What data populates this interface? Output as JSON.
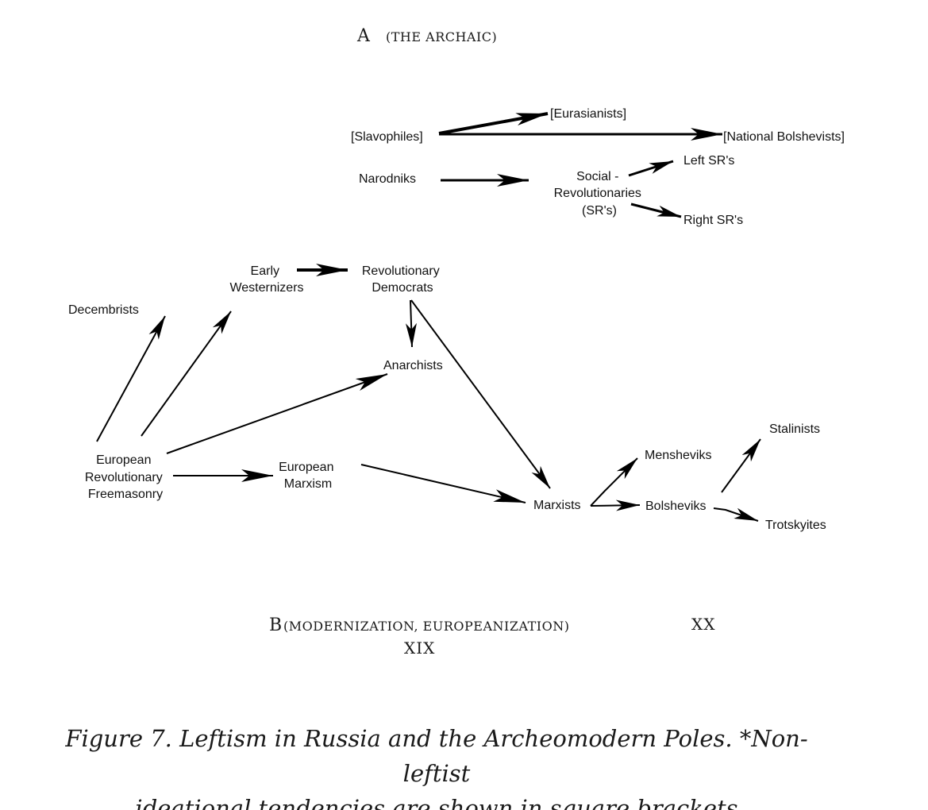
{
  "poles": {
    "a_letter": "A",
    "a_label": "(THE ARCHAIC)",
    "b_letter": "B",
    "b_label": "(MODERNIZATION, EUROPEANIZATION)",
    "century_19": "XIX",
    "century_20": "XX"
  },
  "nodes": {
    "slavophiles": "[Slavophiles]",
    "eurasianists": "[Eurasianists]",
    "national_bolshevists": "[National Bolshevists]",
    "narodniks": "Narodniks",
    "social_rev": [
      "Social -",
      "Revolutionaries",
      "(SR's)"
    ],
    "left_srs": "Left SR's",
    "right_srs": "Right SR's",
    "early_westernizers": [
      "Early",
      "Westernizers"
    ],
    "revolutionary_democrats": [
      "Revolutionary",
      "Democrats"
    ],
    "decembrists": "Decembrists",
    "anarchists": "Anarchists",
    "european_freemasonry": [
      "European",
      "Revolutionary",
      "Freemasonry"
    ],
    "european_marxism": [
      "European",
      "Marxism"
    ],
    "marxists": "Marxists",
    "mensheviks": "Mensheviks",
    "bolsheviks": "Bolsheviks",
    "stalinists": "Stalinists",
    "trotskyites": "Trotskyites"
  },
  "caption": {
    "line1": "Figure 7. Leftism in Russia and the Archeomodern Poles. *Non-leftist",
    "line2": "ideational tendencies are shown in square brackets"
  }
}
